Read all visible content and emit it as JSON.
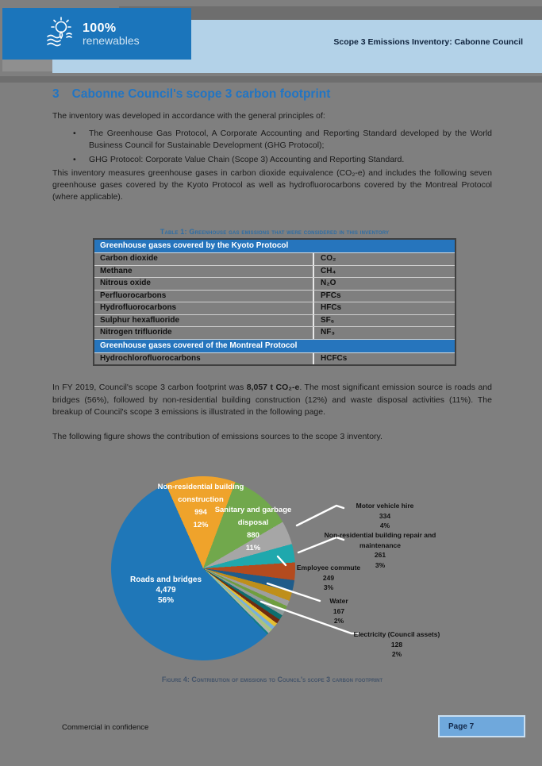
{
  "header": {
    "logo": {
      "line1": "100%",
      "line2": "renewables"
    },
    "title": "Scope 3 Emissions Inventory: Cabonne Council"
  },
  "section": {
    "number": "3",
    "title": "Cabonne Council's scope 3 carbon footprint"
  },
  "paragraphs": {
    "intro": "The inventory was developed in accordance with the general principles of:",
    "bullets": [
      "The Greenhouse Gas Protocol, A Corporate Accounting and Reporting Standard developed by the World Business Council for Sustainable Development (GHG Protocol);",
      "GHG Protocol: Corporate Value Chain (Scope 3) Accounting and Reporting Standard."
    ],
    "inventory": "This inventory measures greenhouse gases in carbon dioxide equivalence (CO₂-e) and includes the following seven greenhouse gases covered by the Kyoto Protocol as well as hydrofluorocarbons covered by the Montreal Protocol (where applicable).",
    "footprint_pre": "In FY 2019, Council's scope 3 carbon footprint was ",
    "footprint_bold": "8,057 t CO₂-e",
    "footprint_post": ". The most significant emission source is roads and bridges (56%), followed by non-residential building construction (12%) and waste disposal activities (11%). The breakup of Council's scope 3 emissions is illustrated in the following page.",
    "figure_intro": "The following figure shows the contribution of emissions sources to the scope 3 inventory."
  },
  "table": {
    "caption": "Table 1: Greenhouse gas emissions that were considered in this inventory",
    "sections": [
      {
        "header": "Greenhouse gases covered by the Kyoto Protocol",
        "rows": [
          [
            "Carbon dioxide",
            "CO₂"
          ],
          [
            "Methane",
            "CH₄"
          ],
          [
            "Nitrous oxide",
            "N₂O"
          ],
          [
            "Perfluorocarbons",
            "PFCs"
          ],
          [
            "Hydrofluorocarbons",
            "HFCs"
          ],
          [
            "Sulphur hexafluoride",
            "SF₆"
          ],
          [
            "Nitrogen trifluoride",
            "NF₃"
          ]
        ]
      },
      {
        "header": "Greenhouse gases covered of the Montreal Protocol",
        "rows": [
          [
            "Hydrochlorofluorocarbons",
            "HCFCs"
          ]
        ]
      }
    ]
  },
  "chart_data": {
    "type": "pie",
    "title": "Contribution of emissions to Council's scope 3 carbon footprint",
    "total": 8057,
    "total_label": "8,057 t CO₂-e",
    "legend_position": "data-labels-on-and-around-pie",
    "slices": [
      {
        "label": "Non-residential building construction",
        "value": 994,
        "value_label": "994",
        "pct_label": "12%",
        "color": "#EFA32B"
      },
      {
        "label": "Sanitary and garbage disposal",
        "value": 880,
        "value_label": "880",
        "pct_label": "11%",
        "color": "#71A84C"
      },
      {
        "label": "Motor vehicle hire",
        "value": 334,
        "value_label": "334",
        "pct_label": "4%",
        "color": "#A6A6A6"
      },
      {
        "label": "Non-residential building repair and maintenance",
        "value": 261,
        "value_label": "261",
        "pct_label": "3%",
        "color": "#1FA8AD"
      },
      {
        "label": "Employee commute",
        "value": 249,
        "value_label": "249",
        "pct_label": "3%",
        "color": "#B44B1E"
      },
      {
        "label": "Water",
        "value": 167,
        "value_label": "167",
        "pct_label": "2%",
        "color": "#1F5C8A"
      },
      {
        "label": "Electricity (Council assets)",
        "value": 128,
        "value_label": "128",
        "pct_label": "2%",
        "color": "#BF8F1A"
      },
      {
        "label": "Roads and bridges",
        "value": 4479,
        "value_label": "4,479",
        "pct_label": "56%",
        "color": "#1F77B8"
      }
    ],
    "unlabeled_slivers": [
      {
        "value": 80,
        "color": "#9E9E9E"
      },
      {
        "value": 75,
        "color": "#6F9E3F"
      },
      {
        "value": 70,
        "color": "#8F9B9B"
      },
      {
        "value": 70,
        "color": "#0E6E6E"
      },
      {
        "value": 65,
        "color": "#6E2A10"
      },
      {
        "value": 55,
        "color": "#E3BF33"
      },
      {
        "value": 50,
        "color": "#7AB1D8"
      },
      {
        "value": 45,
        "color": "#A9C47E"
      },
      {
        "value": 30,
        "color": "#B0B0B0"
      },
      {
        "value": 25,
        "color": "#127E86"
      }
    ]
  },
  "figure": {
    "caption": "Figure 4: Contribution of emissions to Council's scope 3 carbon footprint"
  },
  "footer": {
    "confidential": "Commercial in confidence",
    "page": "Page 7"
  },
  "colors": {
    "page_background": "#7F7F7F",
    "logo_box": "#1B75BB",
    "header_band": "#B3D2E8",
    "table_header": "#2675BD",
    "heading_text": "#2275C3",
    "page_badge": "#6FA8DC"
  }
}
